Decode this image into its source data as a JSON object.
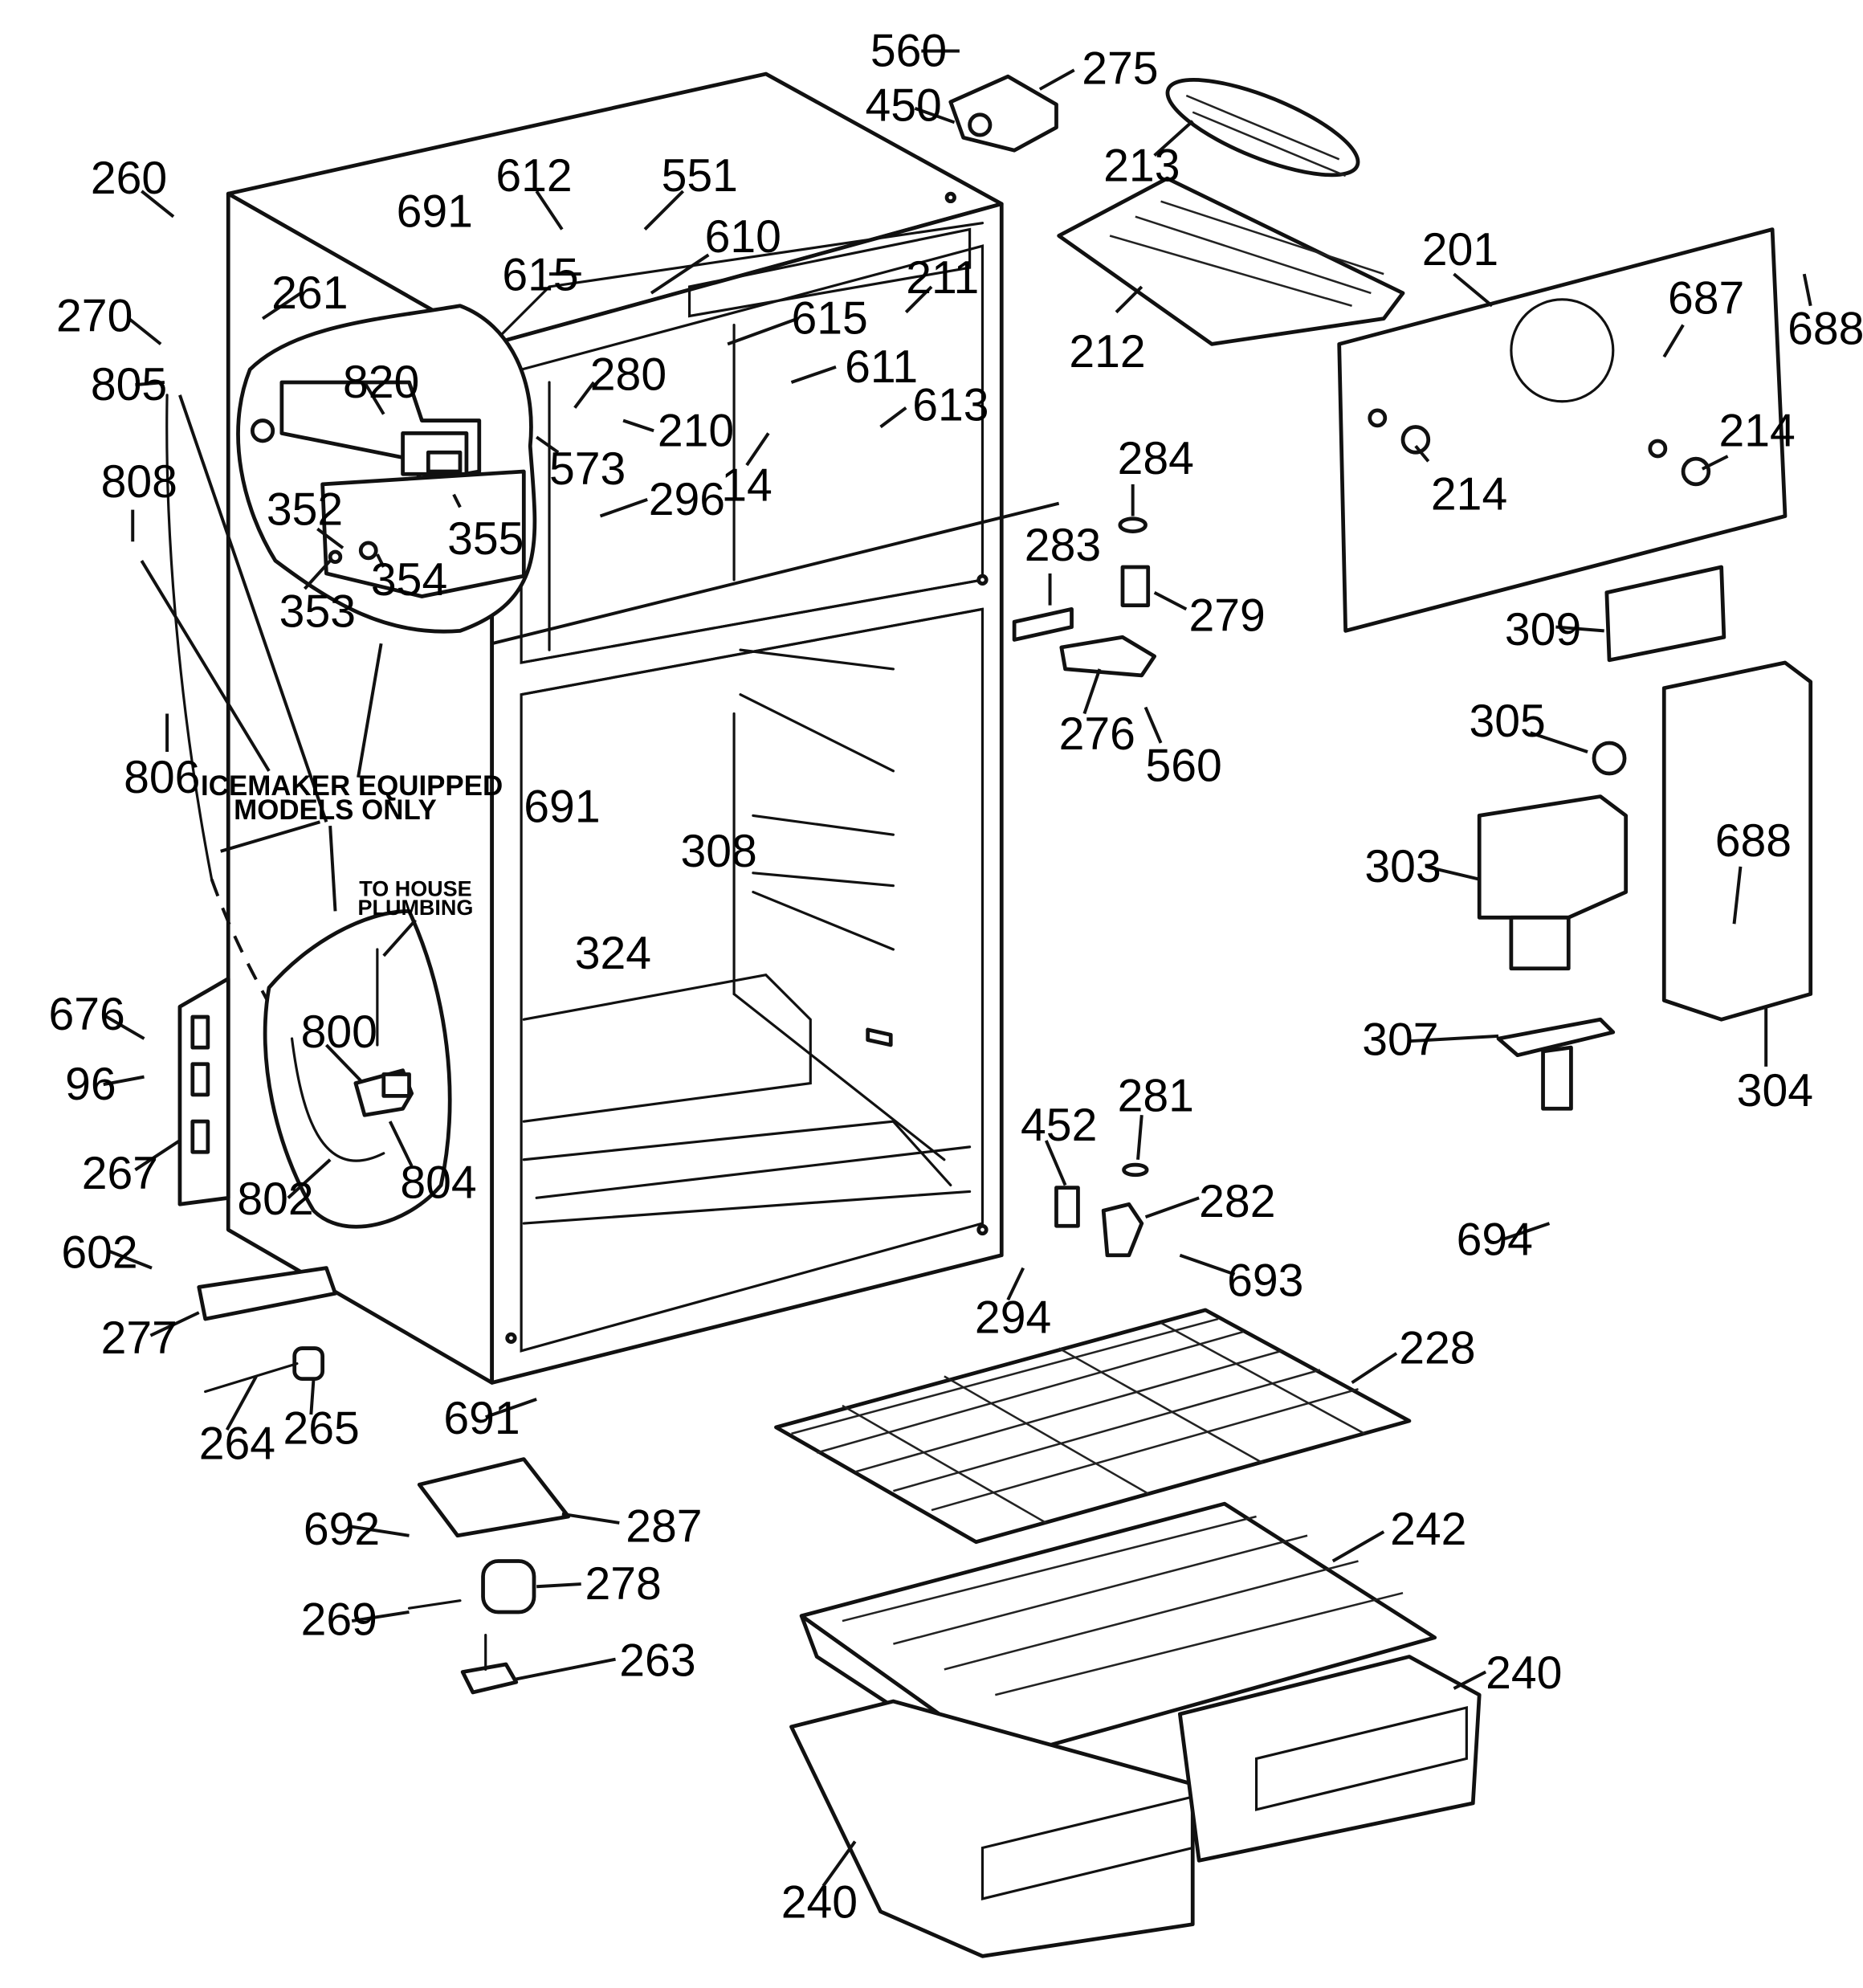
{
  "notes": {
    "icemaker_line1": "ICEMAKER EQUIPPED",
    "icemaker_line2": "MODELS ONLY",
    "plumbing_line1": "TO HOUSE",
    "plumbing_line2": "PLUMBING"
  },
  "labels": {
    "p560a": "560",
    "p275": "275",
    "p450": "450",
    "p213": "213",
    "p260": "260",
    "p612": "612",
    "p551": "551",
    "p691a": "691",
    "p610": "610",
    "p615a": "615",
    "p615b": "615",
    "p211": "211",
    "p261": "261",
    "p270": "270",
    "p805": "805",
    "p820": "820",
    "p280": "280",
    "p611": "611",
    "p613": "613",
    "p210": "210",
    "p573": "573",
    "p14": "14",
    "p212": "212",
    "p201": "201",
    "p687": "687",
    "p688a": "688",
    "p808": "808",
    "p352": "352",
    "p355": "355",
    "p354": "354",
    "p353": "353",
    "p296": "296",
    "p214a": "214",
    "p214b": "214",
    "p284": "284",
    "p283": "283",
    "p279": "279",
    "p276": "276",
    "p560b": "560",
    "p309": "309",
    "p806": "806",
    "p691b": "691",
    "p308": "308",
    "p324": "324",
    "p305": "305",
    "p303": "303",
    "p688b": "688",
    "p307": "307",
    "p304": "304",
    "p676": "676",
    "p96": "96",
    "p267": "267",
    "p800": "800",
    "p802": "802",
    "p804": "804",
    "p452": "452",
    "p281": "281",
    "p282": "282",
    "p693": "693",
    "p694": "694",
    "p602": "602",
    "p277": "277",
    "p294": "294",
    "p228": "228",
    "p264": "264",
    "p265": "265",
    "p691c": "691",
    "p287": "287",
    "p242": "242",
    "p692": "692",
    "p278": "278",
    "p269": "269",
    "p263": "263",
    "p240a": "240",
    "p240b": "240"
  }
}
